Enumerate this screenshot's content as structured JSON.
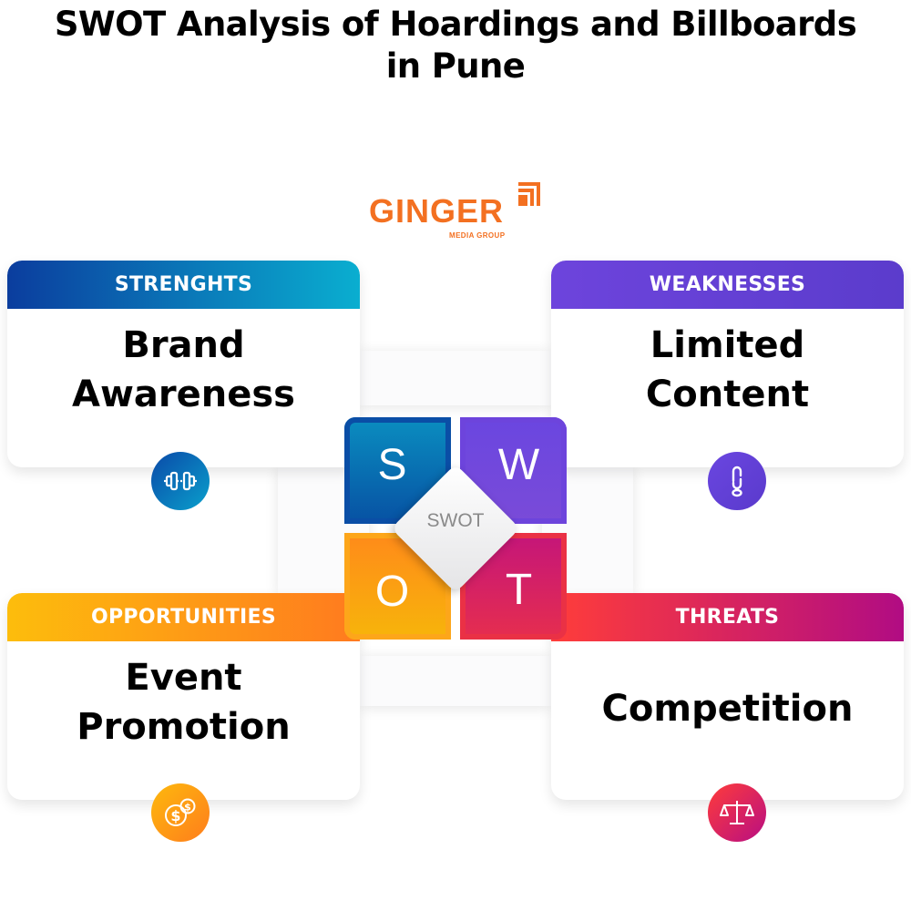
{
  "title": {
    "line1": "SWOT Analysis of Hoardings and Billboards",
    "line2": "in Pune"
  },
  "logo": {
    "name": "GINGER",
    "subtitle": "MEDIA GROUP",
    "color": "#f37021"
  },
  "center": {
    "letters": [
      "S",
      "W",
      "O",
      "T"
    ],
    "label": "SWOT"
  },
  "cards": {
    "strengths": {
      "heading": "STRENGHTS",
      "line1": "Brand",
      "line2": "Awareness",
      "icon": "dumbbell-icon",
      "gradient": [
        "#0b3d9e",
        "#0aaed0"
      ]
    },
    "weaknesses": {
      "heading": "WEAKNESSES",
      "line1": "Limited",
      "line2": "Content",
      "icon": "broken-chain-link-icon",
      "gradient": [
        "#6d44dc",
        "#5b3ccc"
      ]
    },
    "opportunities": {
      "heading": "OPPORTUNITIES",
      "line1": "Event",
      "line2": "Promotion",
      "icon": "dollar-coins-icon",
      "gradient": [
        "#fdbd0c",
        "#ff7a1f"
      ]
    },
    "threats": {
      "heading": "THREATS",
      "line1": "Competition",
      "icon": "balance-scale-icon",
      "gradient": [
        "#ff3d3a",
        "#b10c83"
      ]
    }
  }
}
